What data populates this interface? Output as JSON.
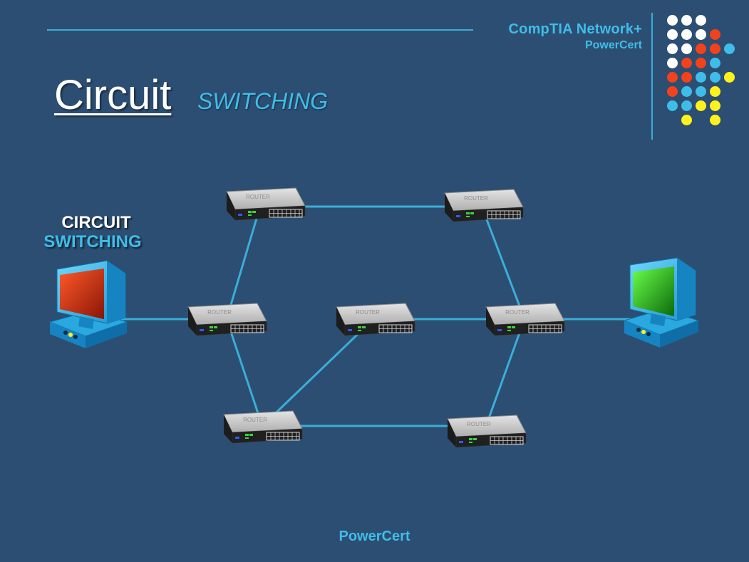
{
  "header": {
    "brand_line1": "CompTIA Network+",
    "brand_line2": "PowerCert"
  },
  "title": {
    "main": "Circuit",
    "sub": "SWITCHING"
  },
  "diagram_label": {
    "line1": "CIRCUIT",
    "line2": "SWITCHING"
  },
  "router_label": "ROUTER",
  "footer": "PowerCert",
  "colors": {
    "background": "#2c4e72",
    "accent": "#3fbde8",
    "link": "#3aaed8",
    "dot_white": "#ffffff",
    "dot_red": "#f2421b",
    "dot_blue": "#3fbde8",
    "dot_yellow": "#fff21c",
    "source_screen": "#d42a10",
    "destination_screen": "#1fb81f"
  },
  "decor_dots": [
    [
      "white",
      "white",
      "white"
    ],
    [
      "white",
      "white",
      "white",
      "red"
    ],
    [
      "white",
      "white",
      "red",
      "red",
      "blue"
    ],
    [
      "white",
      "red",
      "red",
      "blue"
    ],
    [
      "red",
      "red",
      "blue",
      "blue",
      "yellow"
    ],
    [
      "red",
      "blue",
      "blue",
      "yellow"
    ],
    [
      "blue",
      "blue",
      "yellow",
      "yellow"
    ],
    [
      "",
      "yellow",
      "",
      "yellow"
    ]
  ],
  "icons": {
    "source": "computer-icon",
    "destination": "computer-icon",
    "router": "router-icon"
  }
}
